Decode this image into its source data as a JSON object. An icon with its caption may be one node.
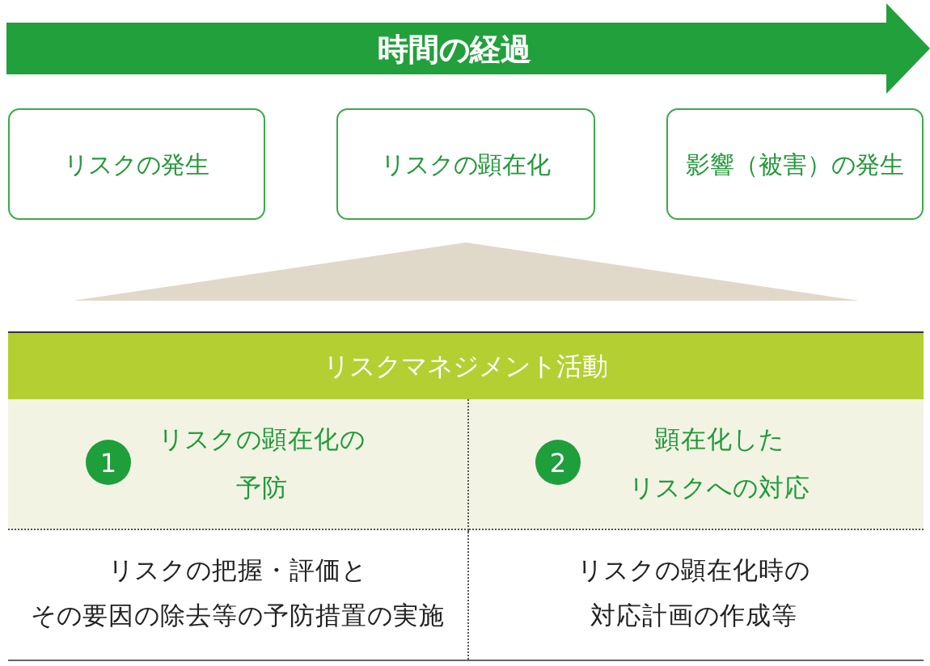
{
  "diagram": {
    "nodes": [
      {
        "text": [
          "時間の経過"
        ]
      },
      {
        "text": [
          "リスクの発生"
        ]
      },
      {
        "text": [
          "リスクの顕在化"
        ]
      },
      {
        "text": [
          "影響（被害）の発生"
        ]
      },
      {
        "text": [],
        "shape": "triangle"
      },
      {
        "text": [
          "リスクマネジメント活動"
        ]
      },
      {
        "text": [
          "リスクの顕在化の予防"
        ],
        "in": 5
      },
      {
        "text": [
          "1"
        ],
        "in": 6
      },
      {
        "text": [
          "顕在化したリスクへの対応"
        ],
        "in": 5
      },
      {
        "text": [
          "2"
        ],
        "in": 8
      },
      {
        "text": [
          "リスクの把握・評価とその要因の除去等の予防措置の実施"
        ],
        "in": 5
      },
      {
        "text": [
          "リスクの顕在化時の対応計画の作成等"
        ],
        "in": 5
      }
    ]
  }
}
